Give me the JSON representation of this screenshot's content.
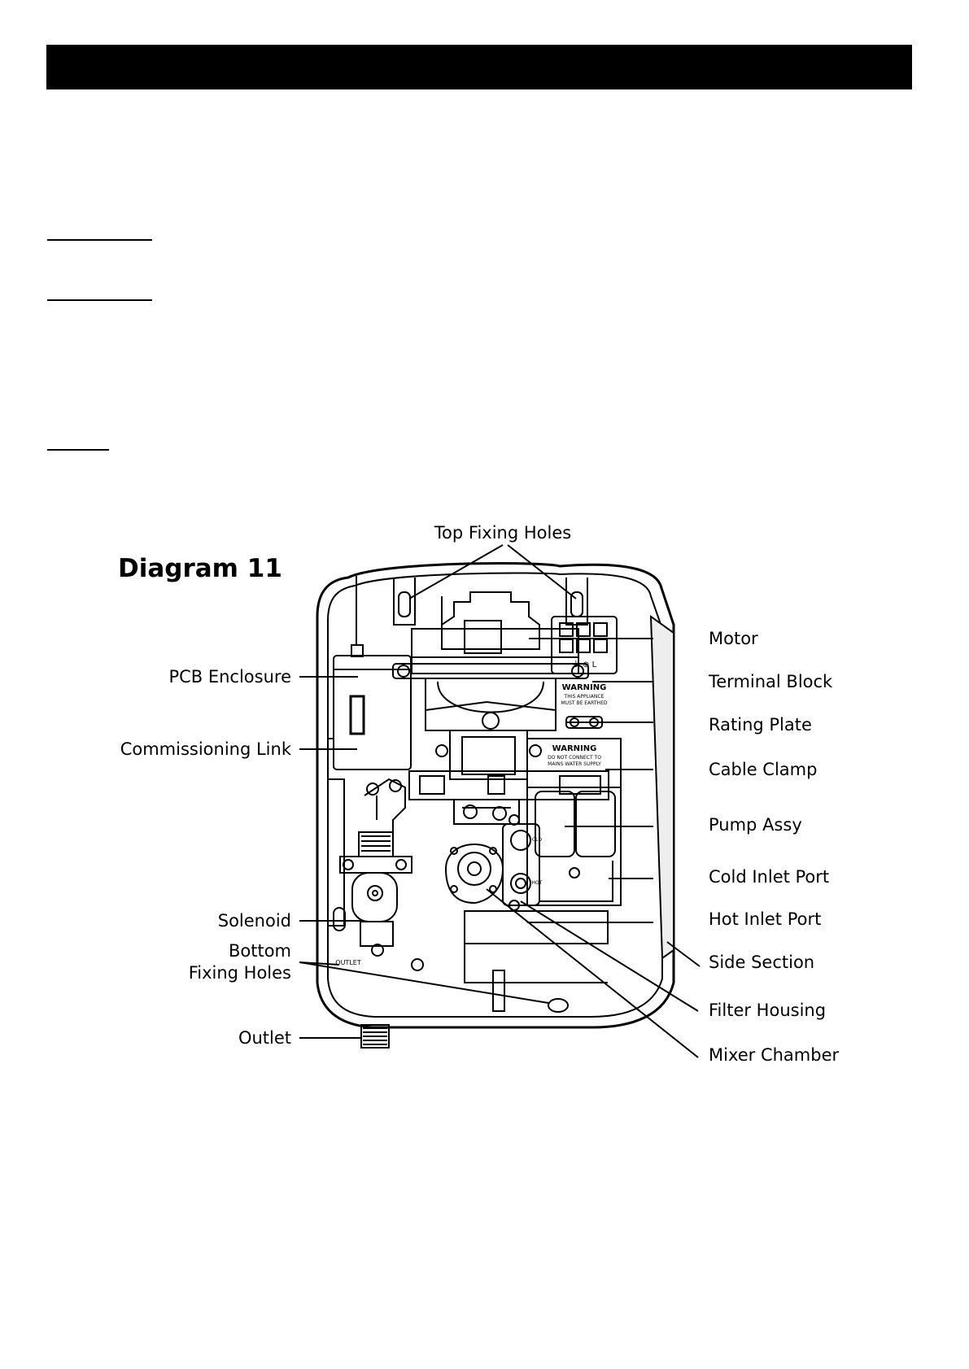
{
  "diagram": {
    "title": "Diagram 11",
    "labels": {
      "top_fixing_holes": "Top Fixing Holes",
      "motor": "Motor",
      "terminal_block": "Terminal Block",
      "rating_plate": "Rating Plate",
      "cable_clamp": "Cable Clamp",
      "pump_assy": "Pump Assy",
      "cold_inlet_port": "Cold Inlet Port",
      "hot_inlet_port": "Hot Inlet Port",
      "side_section": "Side Section",
      "filter_housing": "Filter Housing",
      "mixer_chamber": "Mixer Chamber",
      "pcb_enclosure": "PCB Enclosure",
      "commissioning_link": "Commissioning Link",
      "solenoid": "Solenoid",
      "bottom_fixing_holes_1": "Bottom",
      "bottom_fixing_holes_2": "Fixing Holes",
      "outlet": "Outlet"
    },
    "printed": {
      "warning_1": "WARNING",
      "warning_1_sub_1": "THIS APPLIANCE",
      "warning_1_sub_2": "MUST BE EARTHED",
      "warning_2": "WARNING",
      "warning_2_sub_1": "DO NOT CONNECT TO",
      "warning_2_sub_2": "MAINS WATER SUPPLY",
      "terminal_marks": "⏚ ⊕ L",
      "outlet_mark": "OUTLET",
      "port_cold": "CLD",
      "port_hot": "HOT"
    }
  }
}
